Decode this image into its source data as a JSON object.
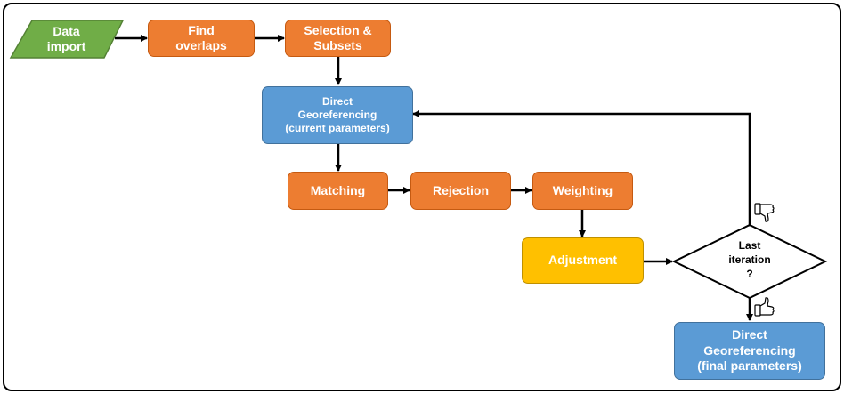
{
  "nodes": {
    "data_import": "Data\nimport",
    "find_overlaps": "Find\noverlaps",
    "selection_subsets": "Selection &\nSubsets",
    "direct_geo_current": "Direct\nGeoreferencing\n(current parameters)",
    "matching": "Matching",
    "rejection": "Rejection",
    "weighting": "Weighting",
    "adjustment": "Adjustment",
    "last_iteration": "Last\niteration\n?",
    "direct_geo_final": "Direct\nGeoreferencing\n(final parameters)"
  },
  "icons": {
    "no_branch": "thumbs-down-icon",
    "yes_branch": "thumbs-up-icon"
  },
  "colors": {
    "data_node": "#70AD47",
    "process_node": "#ED7D31",
    "georef_node": "#5B9BD5",
    "adjustment_node": "#FFC000",
    "decision_node": "#FFFFFF"
  }
}
